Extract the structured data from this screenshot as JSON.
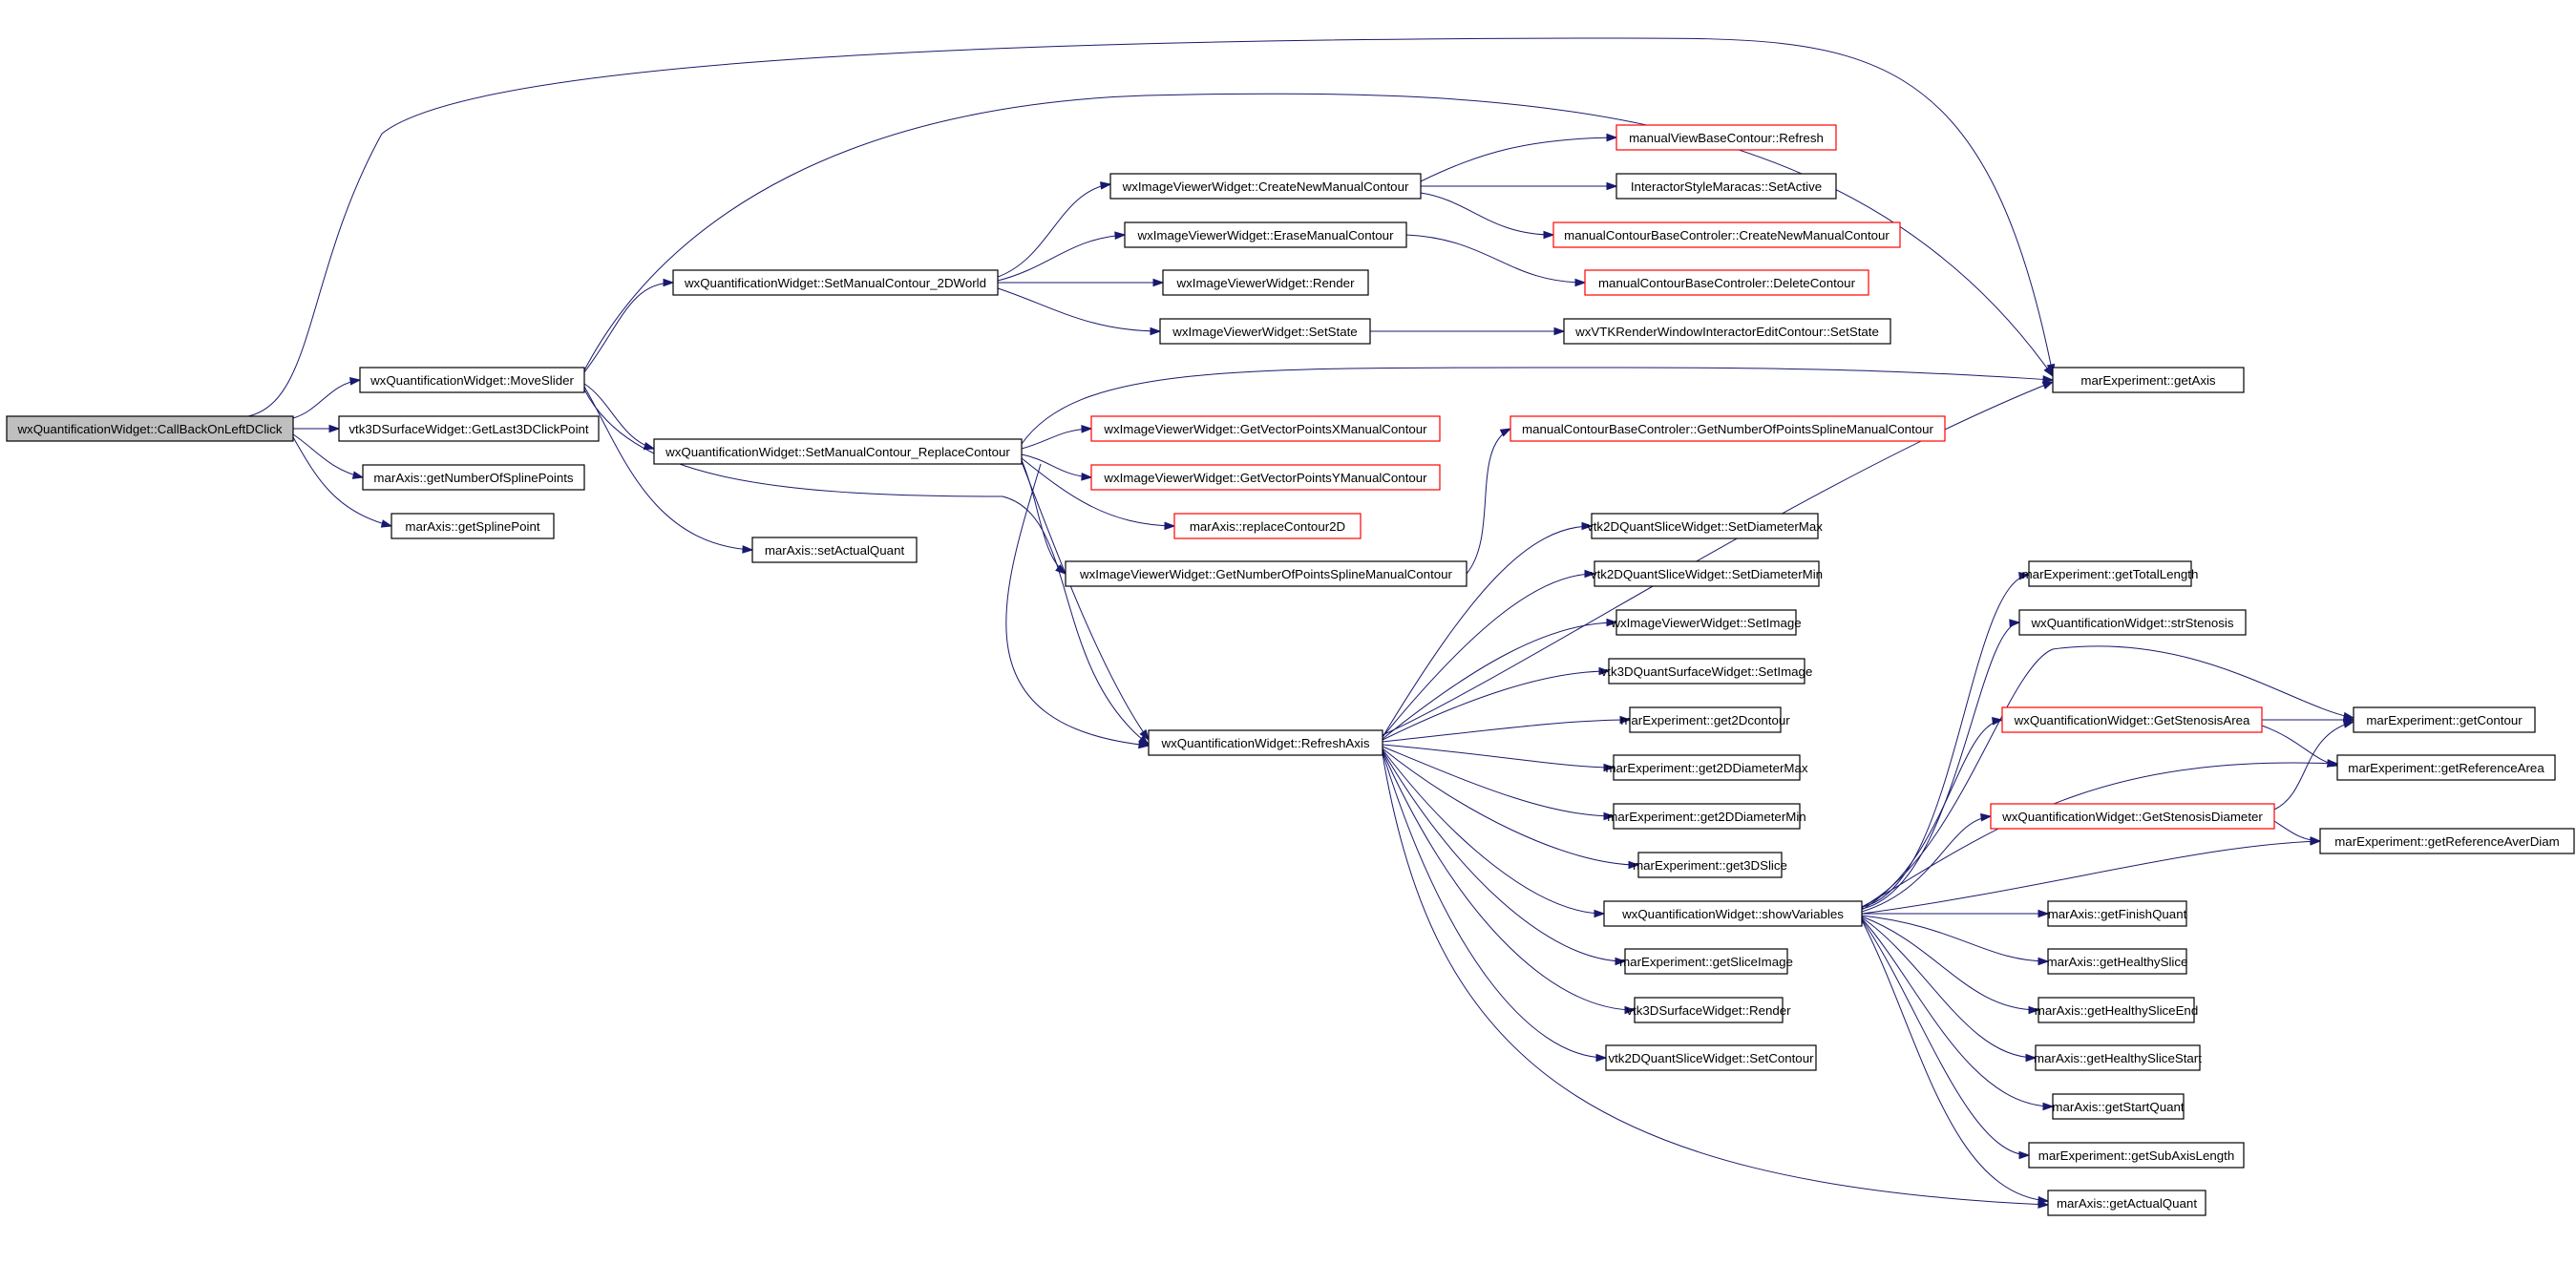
{
  "nodes": {
    "root": "wxQuantificationWidget::CallBackOnLeftDClick",
    "moveSlider": "wxQuantificationWidget::MoveSlider",
    "getLast3D": "vtk3DSurfaceWidget::GetLast3DClickPoint",
    "getNumSpline": "marAxis::getNumberOfSplinePoints",
    "getSplinePoint": "marAxis::getSplinePoint",
    "setManual2D": "wxQuantificationWidget::SetManualContour_2DWorld",
    "setManualReplace": "wxQuantificationWidget::SetManualContour_ReplaceContour",
    "setActualQuant": "marAxis::setActualQuant",
    "createNewManual": "wxImageViewerWidget::CreateNewManualContour",
    "eraseManual": "wxImageViewerWidget::EraseManualContour",
    "ivRender": "wxImageViewerWidget::Render",
    "ivSetState": "wxImageViewerWidget::SetState",
    "mvbRefresh": "manualViewBaseContour::Refresh",
    "isSetActive": "InteractorStyleMaracas::SetActive",
    "mcbCreateNew": "manualContourBaseControler::CreateNewManualContour",
    "mcbDelete": "manualContourBaseControler::DeleteContour",
    "vtkSetState": "wxVTKRenderWindowInteractorEditContour::SetState",
    "getAxis": "marExperiment::getAxis",
    "getVecX": "wxImageViewerWidget::GetVectorPointsXManualContour",
    "getVecY": "wxImageViewerWidget::GetVectorPointsYManualContour",
    "replaceContour2D": "marAxis::replaceContour2D",
    "ivGetNumSpline": "wxImageViewerWidget::GetNumberOfPointsSplineManualContour",
    "mcbGetNumSpline": "manualContourBaseControler::GetNumberOfPointsSplineManualContour",
    "refreshAxis": "wxQuantificationWidget::RefreshAxis",
    "setDiamMax": "vtk2DQuantSliceWidget::SetDiameterMax",
    "setDiamMin": "vtk2DQuantSliceWidget::SetDiameterMin",
    "ivSetImage": "wxImageViewerWidget::SetImage",
    "v3dSetImage": "vtk3DQuantSurfaceWidget::SetImage",
    "get2Dcontour": "marExperiment::get2Dcontour",
    "get2DDiamMax": "marExperiment::get2DDiameterMax",
    "get2DDiamMin": "marExperiment::get2DDiameterMin",
    "get3DSlice": "marExperiment::get3DSlice",
    "showVariables": "wxQuantificationWidget::showVariables",
    "getSliceImage": "marExperiment::getSliceImage",
    "v3dRender": "vtk3DSurfaceWidget::Render",
    "setContour": "vtk2DQuantSliceWidget::SetContour",
    "getTotalLength": "marExperiment::getTotalLength",
    "strStenosis": "wxQuantificationWidget::strStenosis",
    "getStenosisArea": "wxQuantificationWidget::GetStenosisArea",
    "getStenosisDiam": "wxQuantificationWidget::GetStenosisDiameter",
    "getFinishQuant": "marAxis::getFinishQuant",
    "getHealthySlice": "marAxis::getHealthySlice",
    "getHealthySliceEnd": "marAxis::getHealthySliceEnd",
    "getHealthySliceStart": "marAxis::getHealthySliceStart",
    "getStartQuant": "marAxis::getStartQuant",
    "getSubAxisLength": "marExperiment::getSubAxisLength",
    "getActualQuant": "marAxis::getActualQuant",
    "getContour": "marExperiment::getContour",
    "getRefArea": "marExperiment::getReferenceArea",
    "getRefAverDiam": "marExperiment::getReferenceAverDiam"
  },
  "colors": {
    "edge": "#191970",
    "truncated_border": "#ff0000",
    "root_fill": "#bfbfbf"
  }
}
